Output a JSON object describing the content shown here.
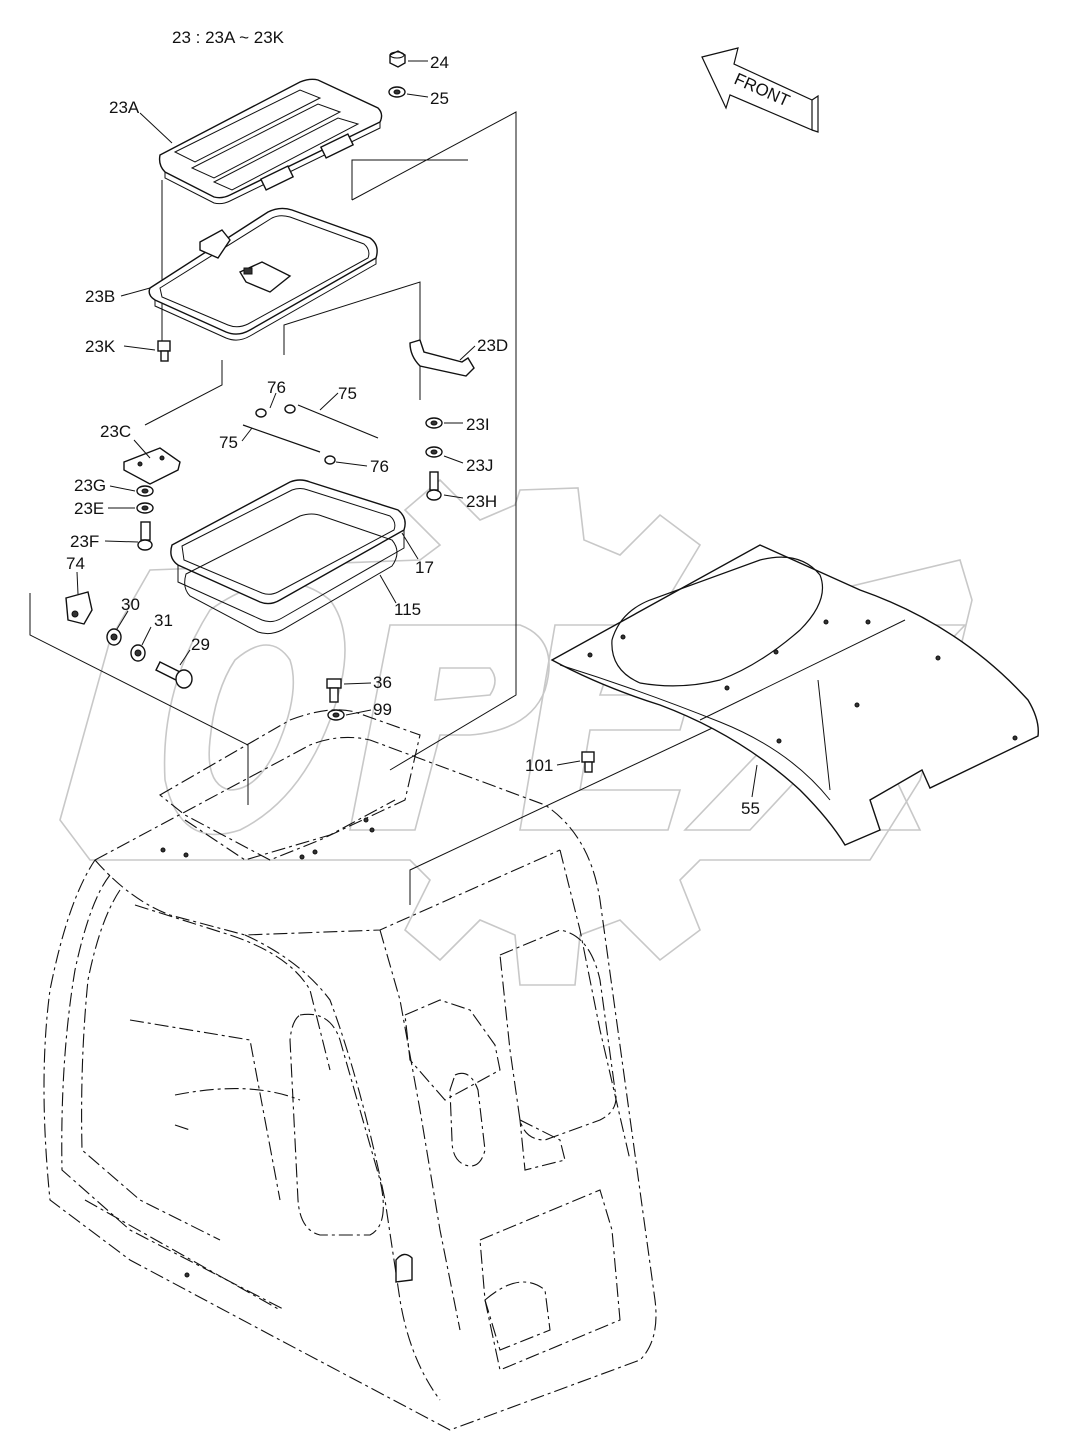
{
  "header": {
    "group_note": "23 : 23A ~ 23K"
  },
  "front_arrow": {
    "label": "FRONT"
  },
  "watermark": {
    "text": "OPEX"
  },
  "callouts": [
    {
      "id": "c-24",
      "label": "24"
    },
    {
      "id": "c-25",
      "label": "25"
    },
    {
      "id": "c-23a",
      "label": "23A"
    },
    {
      "id": "c-23b",
      "label": "23B"
    },
    {
      "id": "c-23k",
      "label": "23K"
    },
    {
      "id": "c-23d",
      "label": "23D"
    },
    {
      "id": "c-76a",
      "label": "76"
    },
    {
      "id": "c-75a",
      "label": "75"
    },
    {
      "id": "c-23c",
      "label": "23C"
    },
    {
      "id": "c-75b",
      "label": "75"
    },
    {
      "id": "c-76b",
      "label": "76"
    },
    {
      "id": "c-23i",
      "label": "23I"
    },
    {
      "id": "c-23j",
      "label": "23J"
    },
    {
      "id": "c-23g",
      "label": "23G"
    },
    {
      "id": "c-23h",
      "label": "23H"
    },
    {
      "id": "c-23e",
      "label": "23E"
    },
    {
      "id": "c-23f",
      "label": "23F"
    },
    {
      "id": "c-17",
      "label": "17"
    },
    {
      "id": "c-74",
      "label": "74"
    },
    {
      "id": "c-30",
      "label": "30"
    },
    {
      "id": "c-115",
      "label": "115"
    },
    {
      "id": "c-31",
      "label": "31"
    },
    {
      "id": "c-29",
      "label": "29"
    },
    {
      "id": "c-36",
      "label": "36"
    },
    {
      "id": "c-99",
      "label": "99"
    },
    {
      "id": "c-101",
      "label": "101"
    },
    {
      "id": "c-55",
      "label": "55"
    }
  ]
}
